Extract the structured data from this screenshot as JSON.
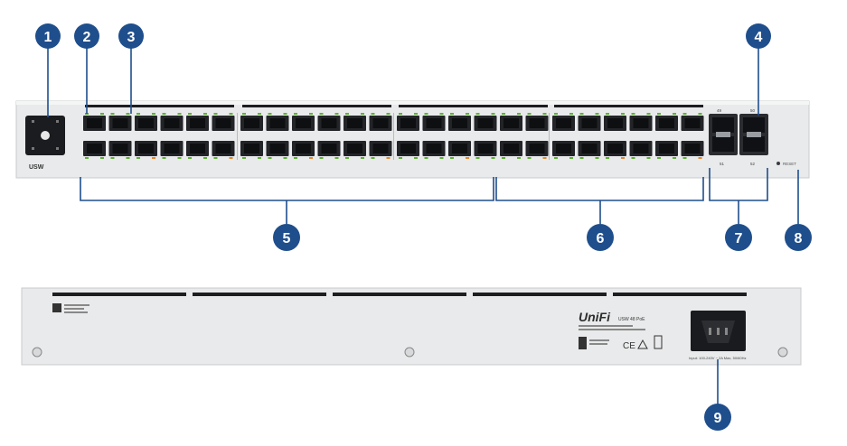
{
  "callouts": [
    "1",
    "2",
    "3",
    "4",
    "5",
    "6",
    "7",
    "8",
    "9"
  ],
  "front": {
    "model_label": "USW",
    "sfp_labels": [
      "49",
      "50",
      "51",
      "52"
    ],
    "reset_label": "RESET"
  },
  "rear": {
    "brand": "UniFi",
    "model": "USW 48 PoE",
    "regulatory": "CE",
    "power_label": "Input: 100-240V ~ 2A Max, 50/60Hz"
  },
  "colors": {
    "callout": "#1f4e8c",
    "chassis": "#e9eaeb",
    "chassis_edge": "#c9cbcd",
    "port_led_green": "#5fb236",
    "port_led_orange": "#e58a2c"
  },
  "icons": [
    "etherlighting-display-icon",
    "power-inlet-icon",
    "screw-icon"
  ]
}
